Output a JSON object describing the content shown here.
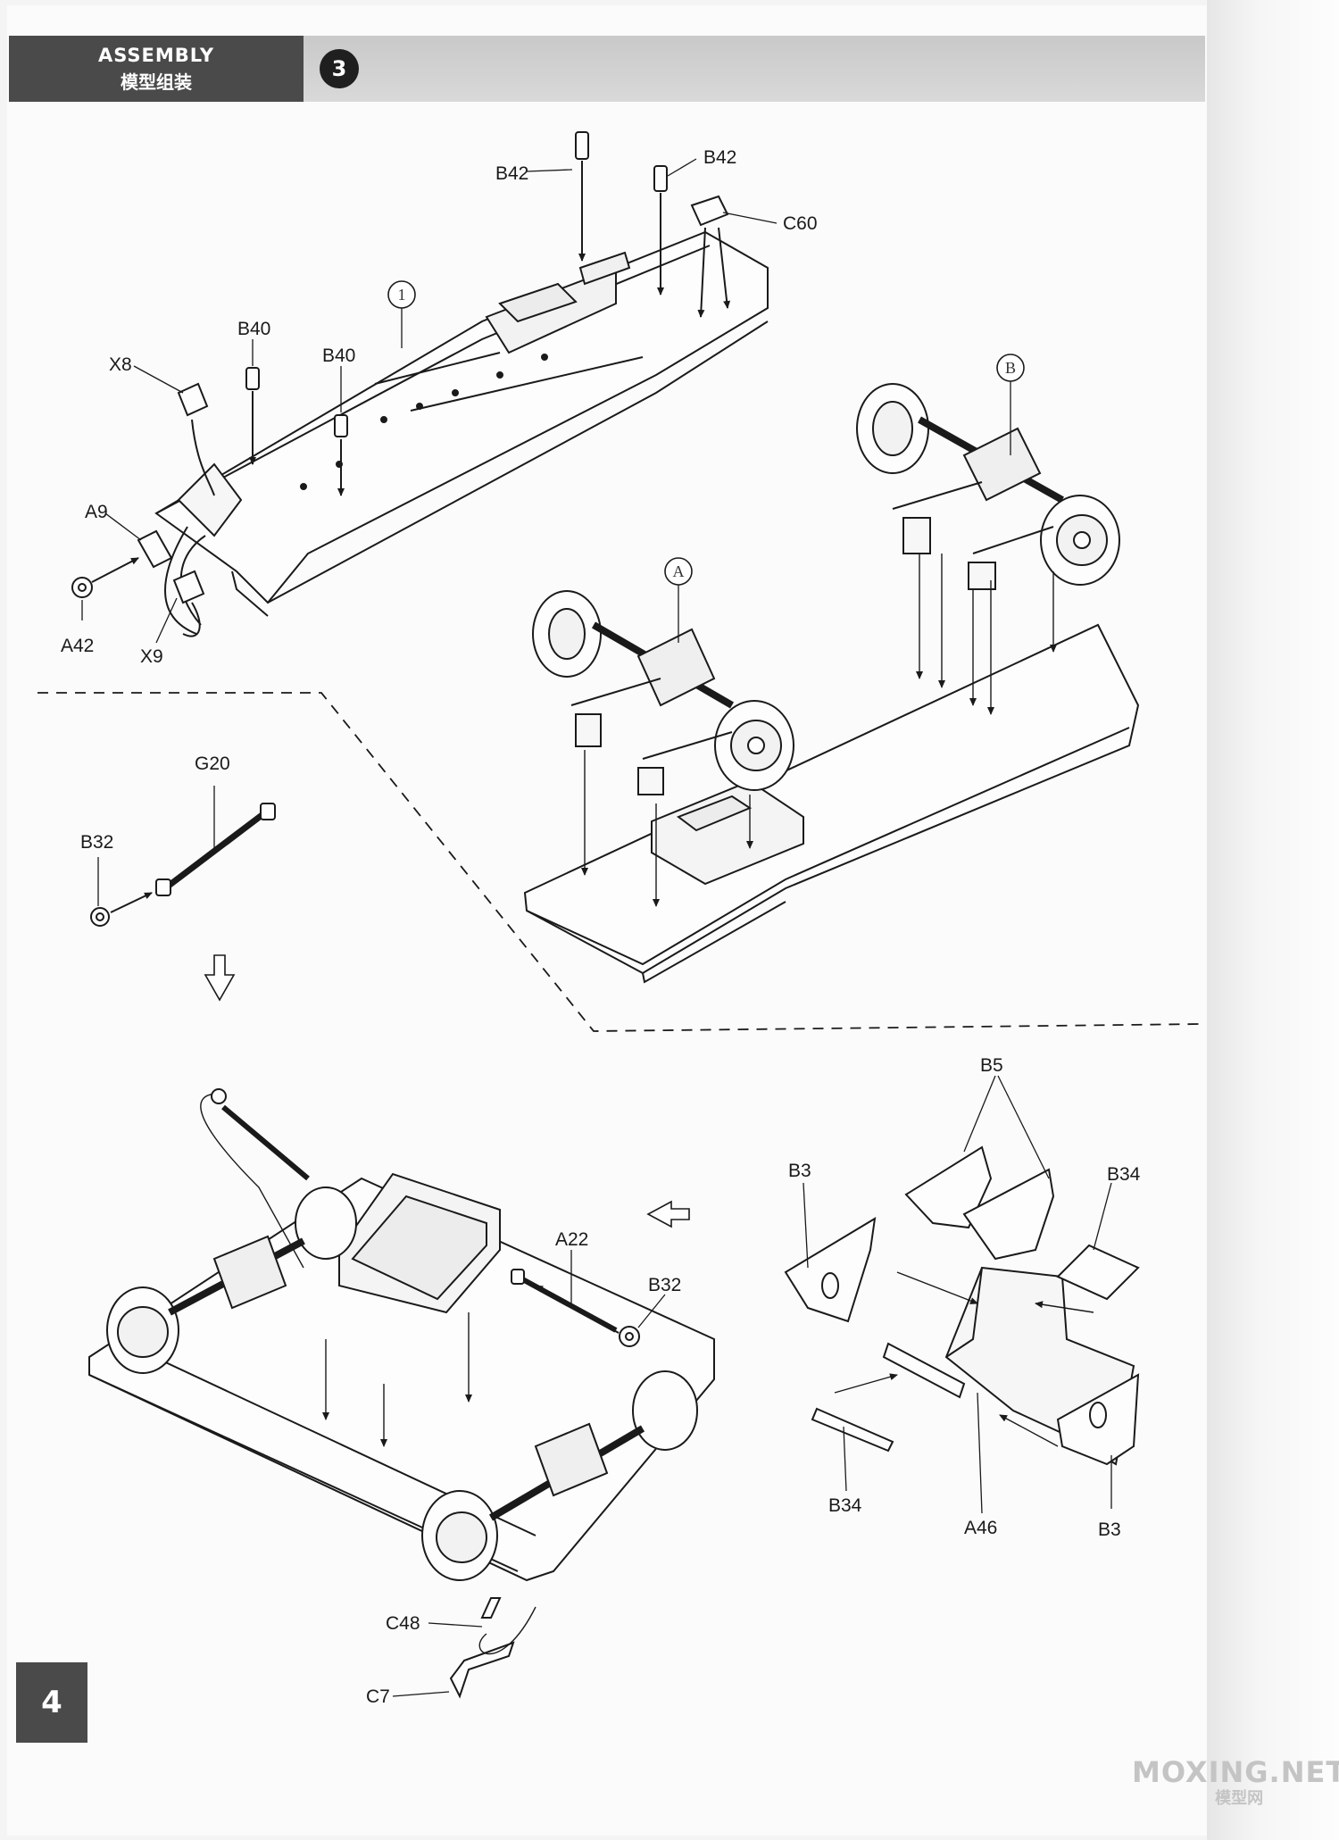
{
  "header": {
    "title_en": "ASSEMBLY",
    "title_zh": "模型组装",
    "step_number": "3"
  },
  "subassemblies": [
    "1",
    "A",
    "B"
  ],
  "part_labels": {
    "b42_left": "B42",
    "b42_right": "B42",
    "c60": "C60",
    "b40_left": "B40",
    "b40_right": "B40",
    "x8": "X8",
    "a9": "A9",
    "a42": "A42",
    "x9": "X9",
    "g20": "G20",
    "b32_left": "B32",
    "a22": "A22",
    "b32_right": "B32",
    "c48": "C48",
    "c7": "C7",
    "b5": "B5",
    "b3_top": "B3",
    "b34_top": "B34",
    "b34_bottom": "B34",
    "a46": "A46",
    "b3_bottom": "B3"
  },
  "page_number": "4",
  "watermark": {
    "site": "MOXING.NET",
    "cn": "模型网"
  }
}
